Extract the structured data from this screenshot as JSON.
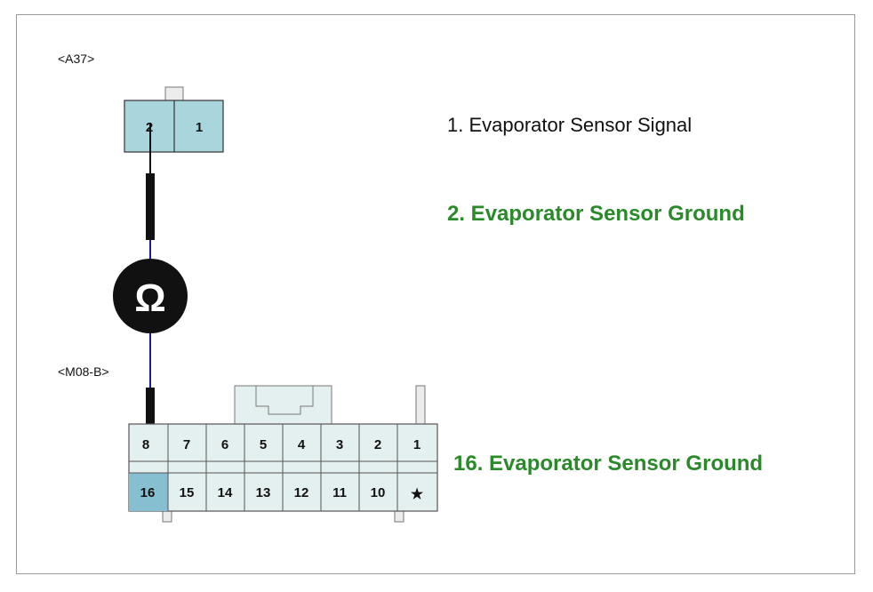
{
  "connector_a": {
    "name": "<A37>",
    "pins": [
      "2",
      "1"
    ],
    "highlighted_pin": "2"
  },
  "connector_b": {
    "name": "<M08-B>",
    "row_top": [
      "8",
      "7",
      "6",
      "5",
      "4",
      "3",
      "2",
      "1"
    ],
    "row_bottom": [
      "16",
      "15",
      "14",
      "13",
      "12",
      "11",
      "10",
      "★"
    ],
    "highlighted_pin": "16"
  },
  "meter": {
    "symbol": "Ω",
    "icon": "ohm-icon"
  },
  "legend": {
    "item1": "1. Evaporator Sensor Signal",
    "item2": "2. Evaporator Sensor Ground",
    "item16": "16. Evaporator Sensor Ground"
  },
  "colors": {
    "connector_fill": "#a9d6dc",
    "connector_b_fill": "#e4eff0",
    "highlight_fill": "#86bfcf",
    "wire": "#1a1aa8",
    "probe": "#111111",
    "ground_text": "#2a8a2a"
  }
}
